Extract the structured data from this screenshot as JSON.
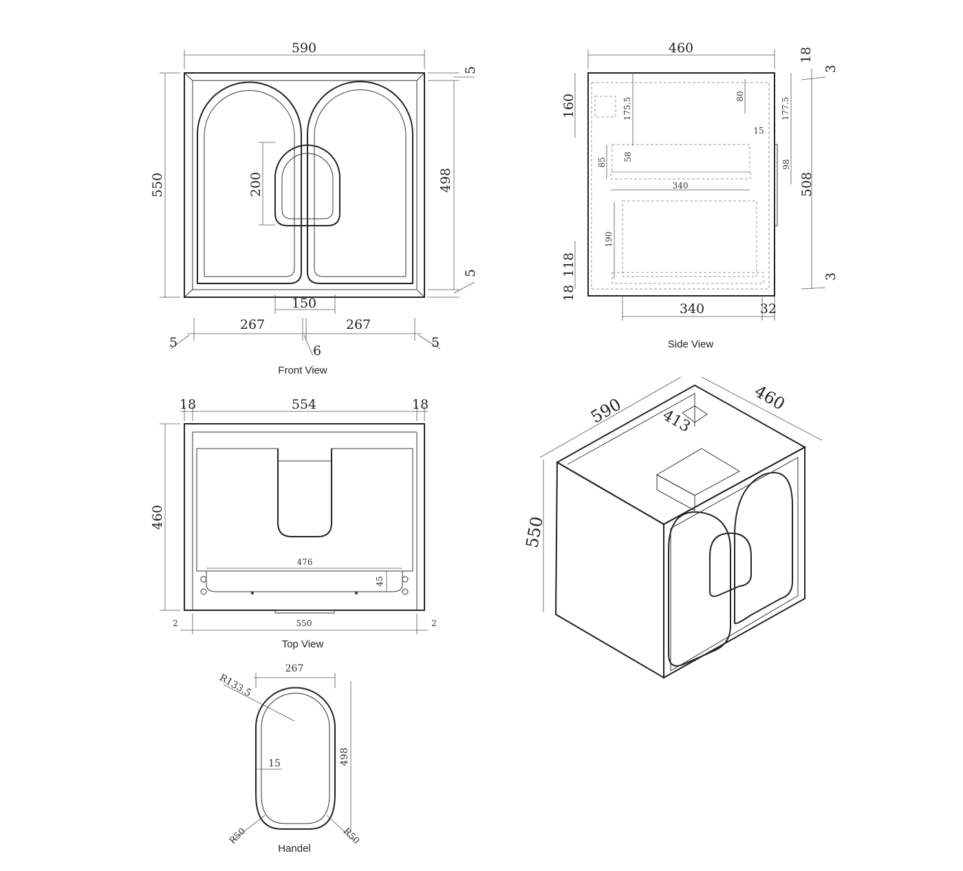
{
  "front_view": {
    "caption": "Front View",
    "dims": {
      "width": "590",
      "height": "550",
      "door_height": "498",
      "gap_top": "5",
      "gap_bottom": "5",
      "handle_height": "200",
      "handle_width": "150",
      "door_left": "267",
      "door_right": "267",
      "side_left": "5",
      "center_gap": "6",
      "side_right": "5"
    }
  },
  "side_view": {
    "caption": "Side View",
    "dims": {
      "depth": "460",
      "top_18": "18",
      "gap_3_top": "3",
      "d160": "160",
      "d175_5": "175.5",
      "d80": "80",
      "d177_5": "177.5",
      "d15": "15",
      "d85": "85",
      "d58": "58",
      "d98": "98",
      "d340_inner": "340",
      "d508": "508",
      "d190": "190",
      "d118": "118",
      "bottom_18": "18",
      "gap_3_bottom": "3",
      "d340": "340",
      "d32": "32"
    }
  },
  "top_view": {
    "caption": "Top View",
    "dims": {
      "left_18": "18",
      "inner_554": "554",
      "right_18": "18",
      "depth_460": "460",
      "d476": "476",
      "d45": "45",
      "left_2": "2",
      "door_550": "550",
      "right_2": "2"
    }
  },
  "iso_view": {
    "dims": {
      "width": "590",
      "depth": "460",
      "inner": "413",
      "height": "550"
    }
  },
  "handle_view": {
    "caption": "Handel",
    "dims": {
      "width": "267",
      "radius_top": "R133.5",
      "thickness": "15",
      "height": "498",
      "r_left": "R50",
      "r_right": "R50"
    }
  }
}
